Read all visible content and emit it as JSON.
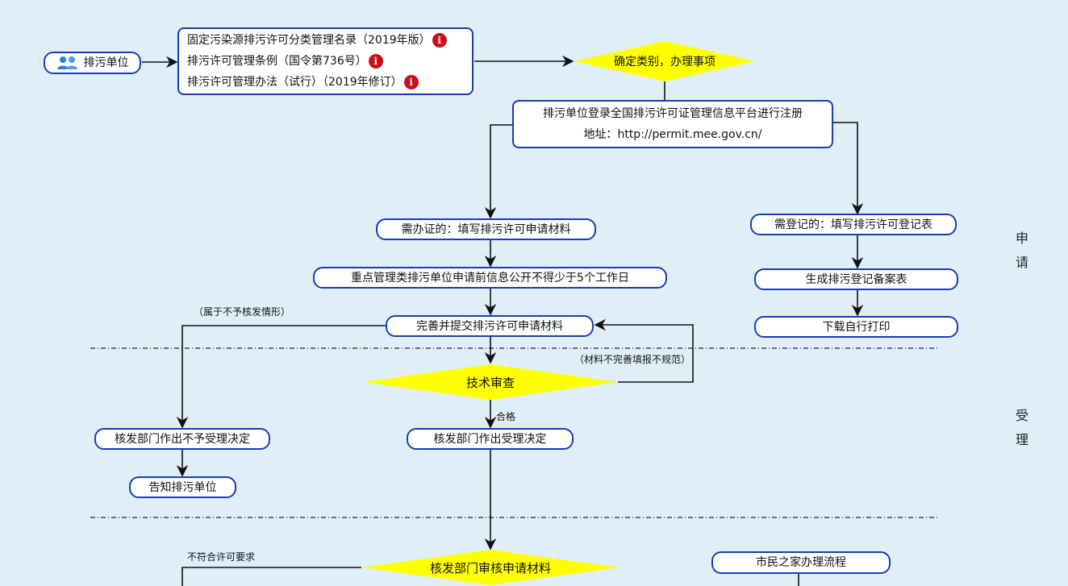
{
  "start": {
    "label": "排污单位",
    "icon": "people-icon"
  },
  "regulations": [
    {
      "label": "固定污染源排污许可分类管理名录（2019年版）",
      "icon": "info-icon"
    },
    {
      "label": "排污许可管理条例（国令第736号）",
      "icon": "info-icon"
    },
    {
      "label": "排污许可管理办法（试行）（2019年修订）",
      "icon": "info-icon"
    }
  ],
  "info_glyph": "i",
  "decide": "确定类别，办理事项",
  "register": {
    "line1": "排污单位登录全国排污许可证管理信息平台进行注册",
    "line2": "地址：http://permit.mee.gov.cn/"
  },
  "license_path": {
    "fill": "需办证的：填写排污许可申请材料",
    "publicity": "重点管理类排污单位申请前信息公开不得少于5个工作日",
    "submit": "完善并提交排污许可申请材料"
  },
  "registration_path": {
    "fill": "需登记的：填写排污许可登记表",
    "generate": "生成排污登记备案表",
    "print": "下载自行打印"
  },
  "notes": {
    "not_approved": "（属于不予核发情形）",
    "incomplete": "（材料不完善填报不规范）",
    "qualified": "合格",
    "not_compliant": "不符合许可要求"
  },
  "tech_review": "技术审查",
  "reject_decision": "核发部门作出不予受理决定",
  "notify": "告知排污单位",
  "accept_decision": "核发部门作出受理决定",
  "review_materials": "核发部门审核申请材料",
  "citizen_home": "市民之家办理流程",
  "stages": {
    "apply": [
      "申",
      "请"
    ],
    "accept": [
      "受",
      "理"
    ]
  },
  "colors": {
    "line": "#111111",
    "border": "#1b3bb3",
    "diamond": "#ffff00",
    "background": "#e0eef8",
    "info": "#c8101a"
  }
}
